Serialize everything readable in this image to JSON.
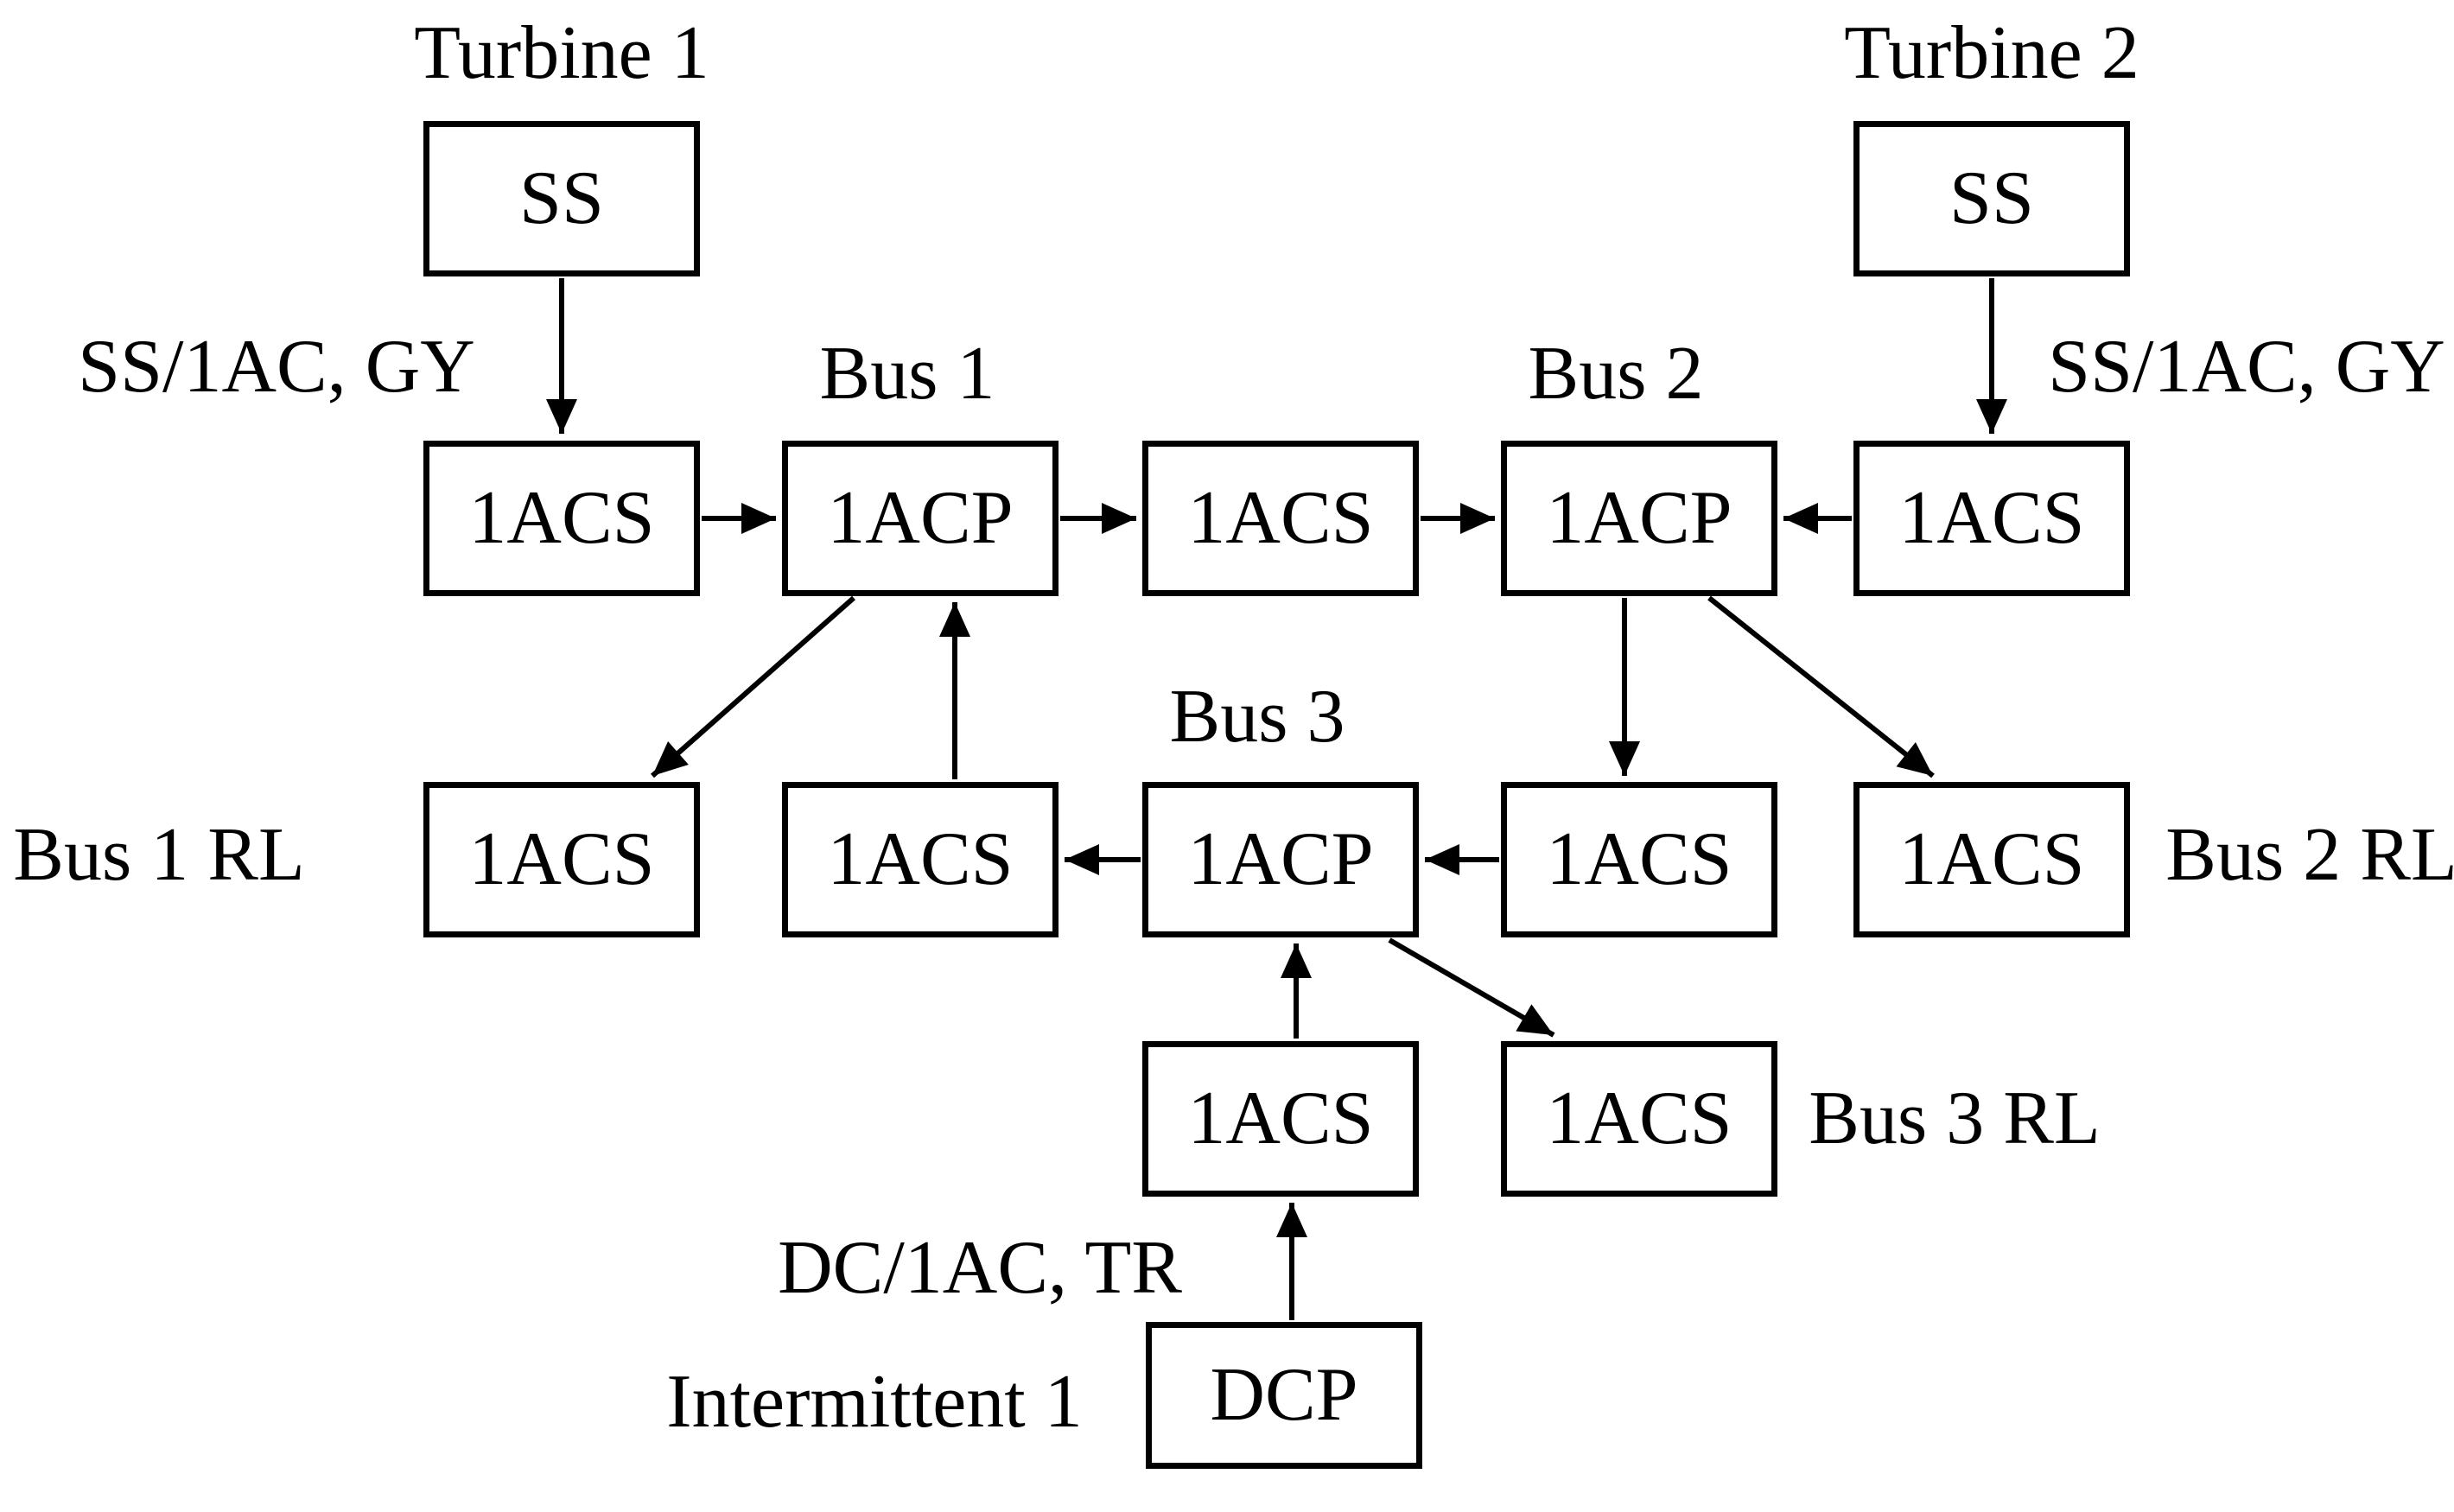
{
  "diagram": {
    "kind": "block-diagram",
    "background_color": "#ffffff",
    "line_color": "#000000",
    "text_color": "#000000",
    "nodes": [
      {
        "id": "ss-turbine1",
        "label": "SS"
      },
      {
        "id": "ss-turbine2",
        "label": "SS"
      },
      {
        "id": "acs-bus1-in",
        "label": "1ACS"
      },
      {
        "id": "acp-bus1",
        "label": "1ACP"
      },
      {
        "id": "acs-mid",
        "label": "1ACS"
      },
      {
        "id": "acp-bus2",
        "label": "1ACP"
      },
      {
        "id": "acs-bus2-in",
        "label": "1ACS"
      },
      {
        "id": "acs-bus1-rl",
        "label": "1ACS"
      },
      {
        "id": "acs-bus1-low",
        "label": "1ACS"
      },
      {
        "id": "acp-bus3",
        "label": "1ACP"
      },
      {
        "id": "acs-bus2-low",
        "label": "1ACS"
      },
      {
        "id": "acs-bus2-rl",
        "label": "1ACS"
      },
      {
        "id": "acs-bus3-in",
        "label": "1ACS"
      },
      {
        "id": "acs-bus3-rl",
        "label": "1ACS"
      },
      {
        "id": "dcp",
        "label": "DCP"
      }
    ],
    "annotations": [
      {
        "id": "turbine1",
        "text": "Turbine 1"
      },
      {
        "id": "turbine2",
        "text": "Turbine 2"
      },
      {
        "id": "bus1",
        "text": "Bus 1"
      },
      {
        "id": "bus2",
        "text": "Bus 2"
      },
      {
        "id": "bus3",
        "text": "Bus 3"
      },
      {
        "id": "ss-gy-left",
        "text": "SS/1AC, GY"
      },
      {
        "id": "ss-gy-right",
        "text": "SS/1AC, GY"
      },
      {
        "id": "bus1-rl",
        "text": "Bus 1 RL"
      },
      {
        "id": "bus2-rl",
        "text": "Bus 2 RL"
      },
      {
        "id": "bus3-rl",
        "text": "Bus 3 RL"
      },
      {
        "id": "dc-tr",
        "text": "DC/1AC, TR"
      },
      {
        "id": "intermittent1",
        "text": "Intermittent 1"
      }
    ],
    "edges": [
      {
        "from": "ss-turbine1",
        "to": "acs-bus1-in",
        "label": "SS/1AC, GY"
      },
      {
        "from": "ss-turbine2",
        "to": "acs-bus2-in",
        "label": "SS/1AC, GY"
      },
      {
        "from": "acs-bus1-in",
        "to": "acp-bus1"
      },
      {
        "from": "acp-bus1",
        "to": "acs-mid"
      },
      {
        "from": "acs-mid",
        "to": "acp-bus2"
      },
      {
        "from": "acs-bus2-in",
        "to": "acp-bus2"
      },
      {
        "from": "acp-bus1",
        "to": "acs-bus1-rl"
      },
      {
        "from": "acs-bus1-low",
        "to": "acp-bus1"
      },
      {
        "from": "acp-bus2",
        "to": "acs-bus2-low"
      },
      {
        "from": "acp-bus2",
        "to": "acs-bus2-rl"
      },
      {
        "from": "acp-bus3",
        "to": "acs-bus1-low"
      },
      {
        "from": "acs-bus2-low",
        "to": "acp-bus3"
      },
      {
        "from": "acs-bus3-in",
        "to": "acp-bus3"
      },
      {
        "from": "acp-bus3",
        "to": "acs-bus3-rl"
      },
      {
        "from": "dcp",
        "to": "acs-bus3-in",
        "label": "DC/1AC, TR"
      }
    ]
  }
}
